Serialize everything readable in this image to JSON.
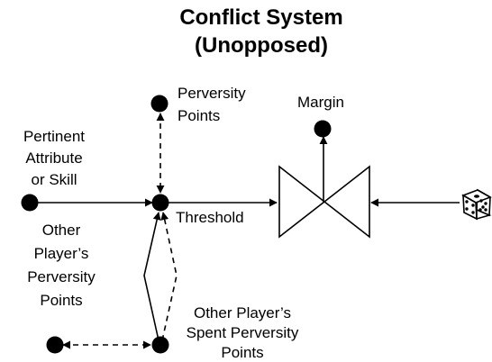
{
  "title": {
    "line1": "Conflict System",
    "line2": "(Unopposed)"
  },
  "labels": {
    "perversity_points": [
      "Perversity",
      "Points"
    ],
    "margin": "Margin",
    "pertinent": [
      "Pertinent",
      "Attribute",
      "or Skill"
    ],
    "threshold": "Threshold",
    "other_players_perversity": [
      "Other",
      "Player’s",
      "Perversity",
      "Points"
    ],
    "other_players_spent": [
      "Other Player’s",
      "Spent Perversity",
      "Points"
    ]
  },
  "icons": {
    "die": "die-icon"
  }
}
